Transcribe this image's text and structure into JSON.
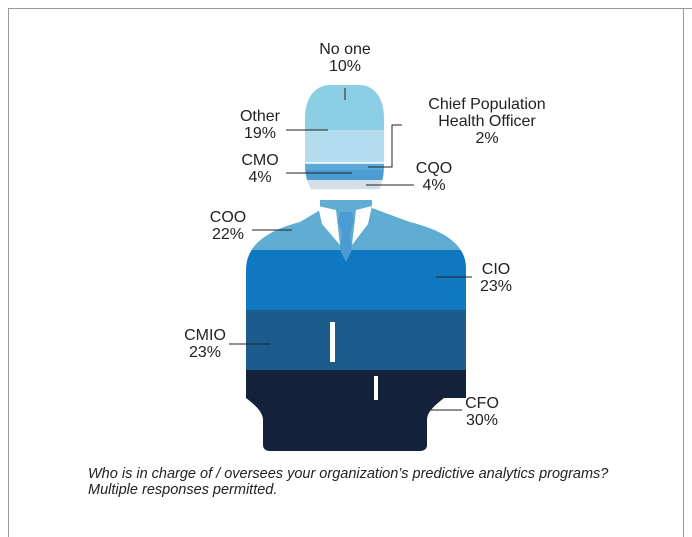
{
  "chart_data": {
    "type": "pie",
    "categories": [
      "No one",
      "Other",
      "Chief Population Health Officer",
      "CMO",
      "CQO",
      "COO",
      "CIO",
      "CMIO",
      "CFO"
    ],
    "label_lines": [
      [
        "No one",
        "10%"
      ],
      [
        "Other",
        "19%"
      ],
      [
        "Chief Population",
        "Health Officer",
        "2%"
      ],
      [
        "CMO",
        "4%"
      ],
      [
        "CQO",
        "4%"
      ],
      [
        "COO",
        "22%"
      ],
      [
        "CIO",
        "23%"
      ],
      [
        "CMIO",
        "23%"
      ],
      [
        "CFO",
        "30%"
      ]
    ],
    "values": [
      10,
      19,
      2,
      4,
      4,
      22,
      23,
      23,
      30
    ],
    "unit": "%",
    "colors": [
      "#8ccfe4",
      "#b3ddee",
      "#5ba9da",
      "#4b9cd3",
      "#d3dfe9",
      "#5fadd2",
      "#1078c0",
      "#1b5c8c",
      "#13223a"
    ],
    "caption": "Who is in charge of / oversees your organization’s predictive analytics programs? Multiple responses permitted."
  }
}
